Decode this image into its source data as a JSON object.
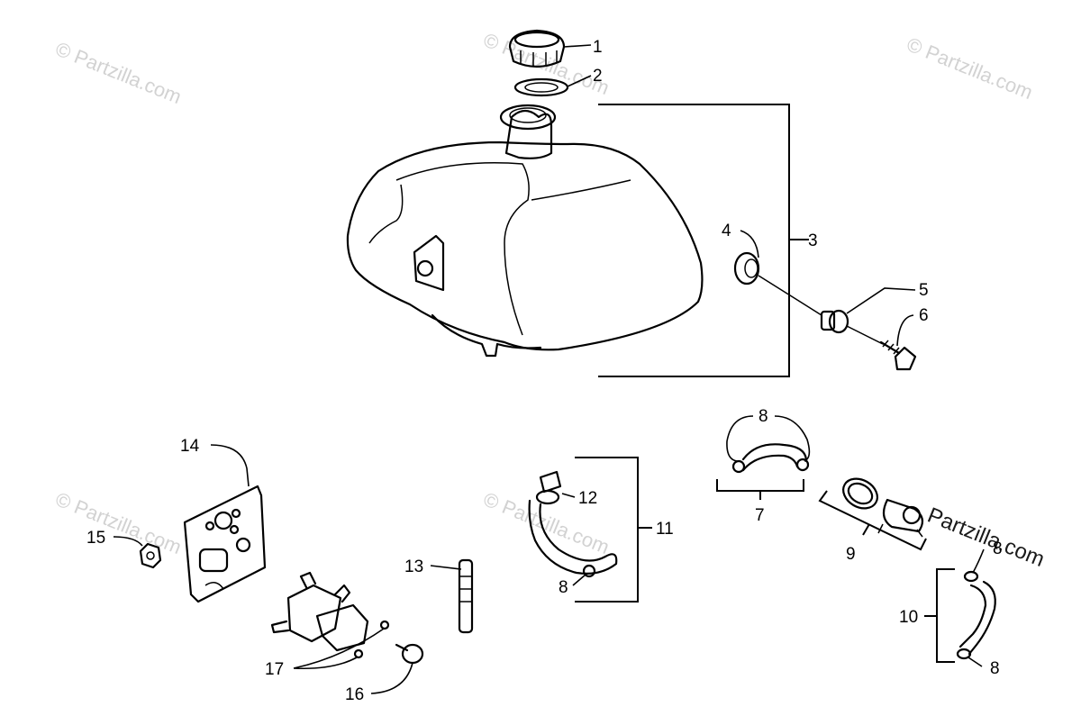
{
  "watermark": "© Partzilla.com",
  "brand_mark": "Partzilla.com",
  "callouts": {
    "c1": "1",
    "c2": "2",
    "c3": "3",
    "c4": "4",
    "c5": "5",
    "c6": "6",
    "c7": "7",
    "c8a": "8",
    "c8b": "8",
    "c8c": "8",
    "c8d": "8",
    "c9": "9",
    "c10": "10",
    "c11": "11",
    "c12": "12",
    "c13": "13",
    "c14": "14",
    "c15": "15",
    "c16": "16",
    "c17": "17"
  }
}
